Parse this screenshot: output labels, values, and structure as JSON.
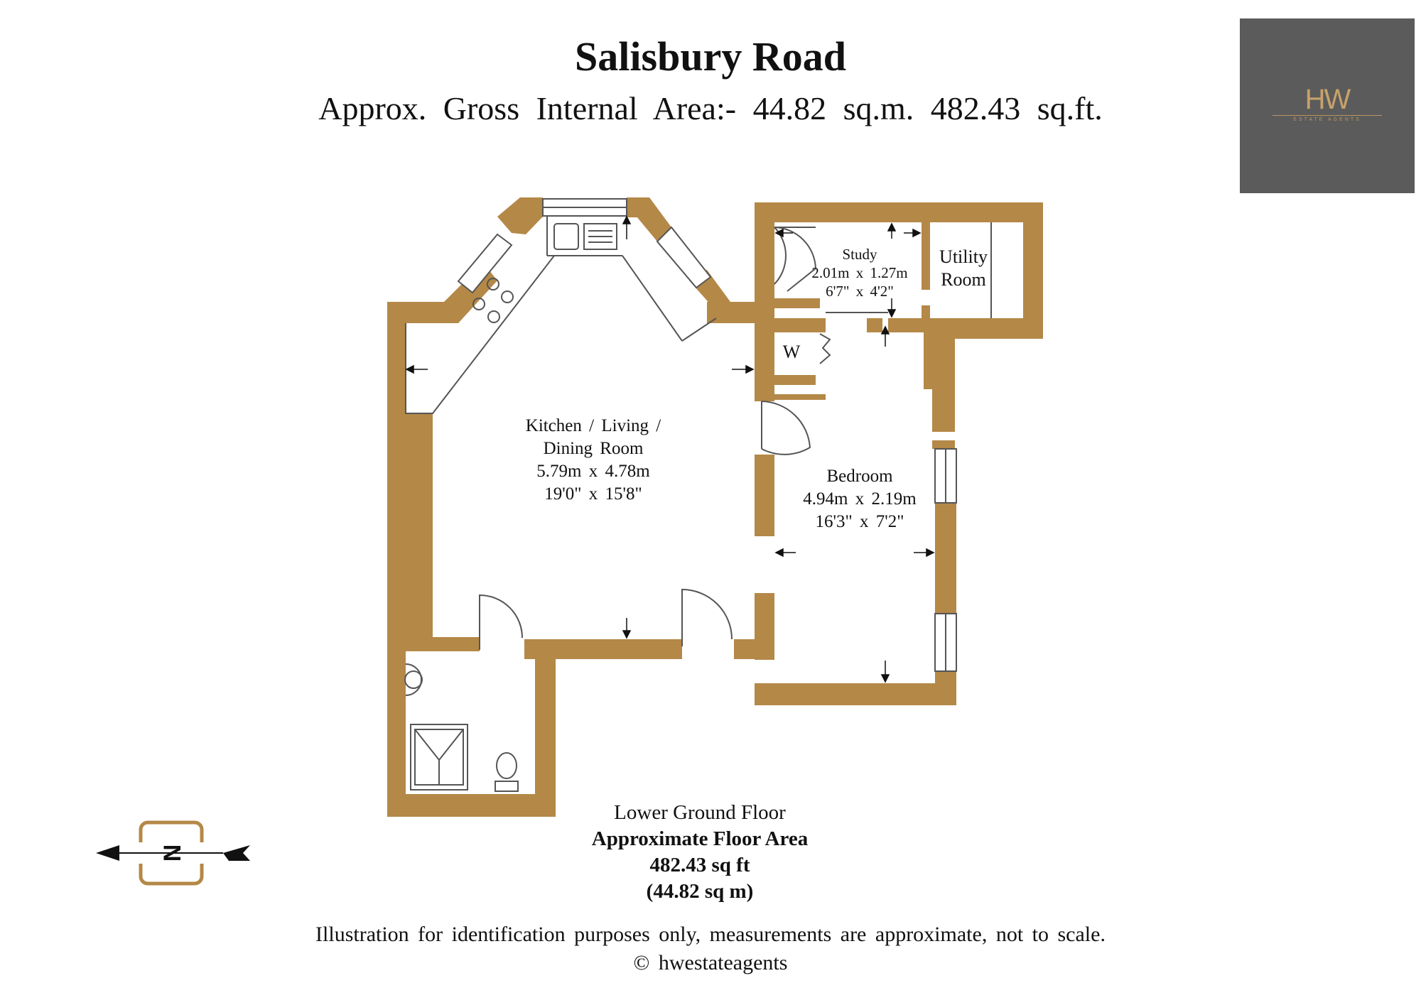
{
  "header": {
    "title": "Salisbury Road",
    "subtitle": "Approx. Gross Internal Area:- 44.82 sq.m. 482.43 sq.ft."
  },
  "logo": {
    "mark": "HW",
    "sub": "ESTATE AGENTS"
  },
  "rooms": {
    "kitchen": {
      "line1": "Kitchen / Living /",
      "line2": "Dining Room",
      "metric": "5.79m x 4.78m",
      "imperial": "19'0\" x 15'8\""
    },
    "bedroom": {
      "name": "Bedroom",
      "metric": "4.94m x 2.19m",
      "imperial": "16'3\" x 7'2\""
    },
    "study": {
      "name": "Study",
      "metric": "2.01m x 1.27m",
      "imperial": "6'7\" x 4'2\""
    },
    "utility": {
      "line1": "Utility",
      "line2": "Room"
    },
    "wardrobe": {
      "label": "W"
    }
  },
  "compass": {
    "letter": "N"
  },
  "floor": {
    "name": "Lower Ground Floor",
    "area_heading": "Approximate Floor Area",
    "area_sqft": "482.43 sq ft",
    "area_sqm": "(44.82 sq m)"
  },
  "footer": {
    "disclaimer": "Illustration for identification purposes only, measurements are approximate, not to scale.",
    "copyright": "© hwestateagents"
  },
  "colors": {
    "wall": "#b48847",
    "fixture_line": "#555555",
    "logo_bg": "#5b5b5b",
    "logo_gold": "#c7a26a"
  }
}
